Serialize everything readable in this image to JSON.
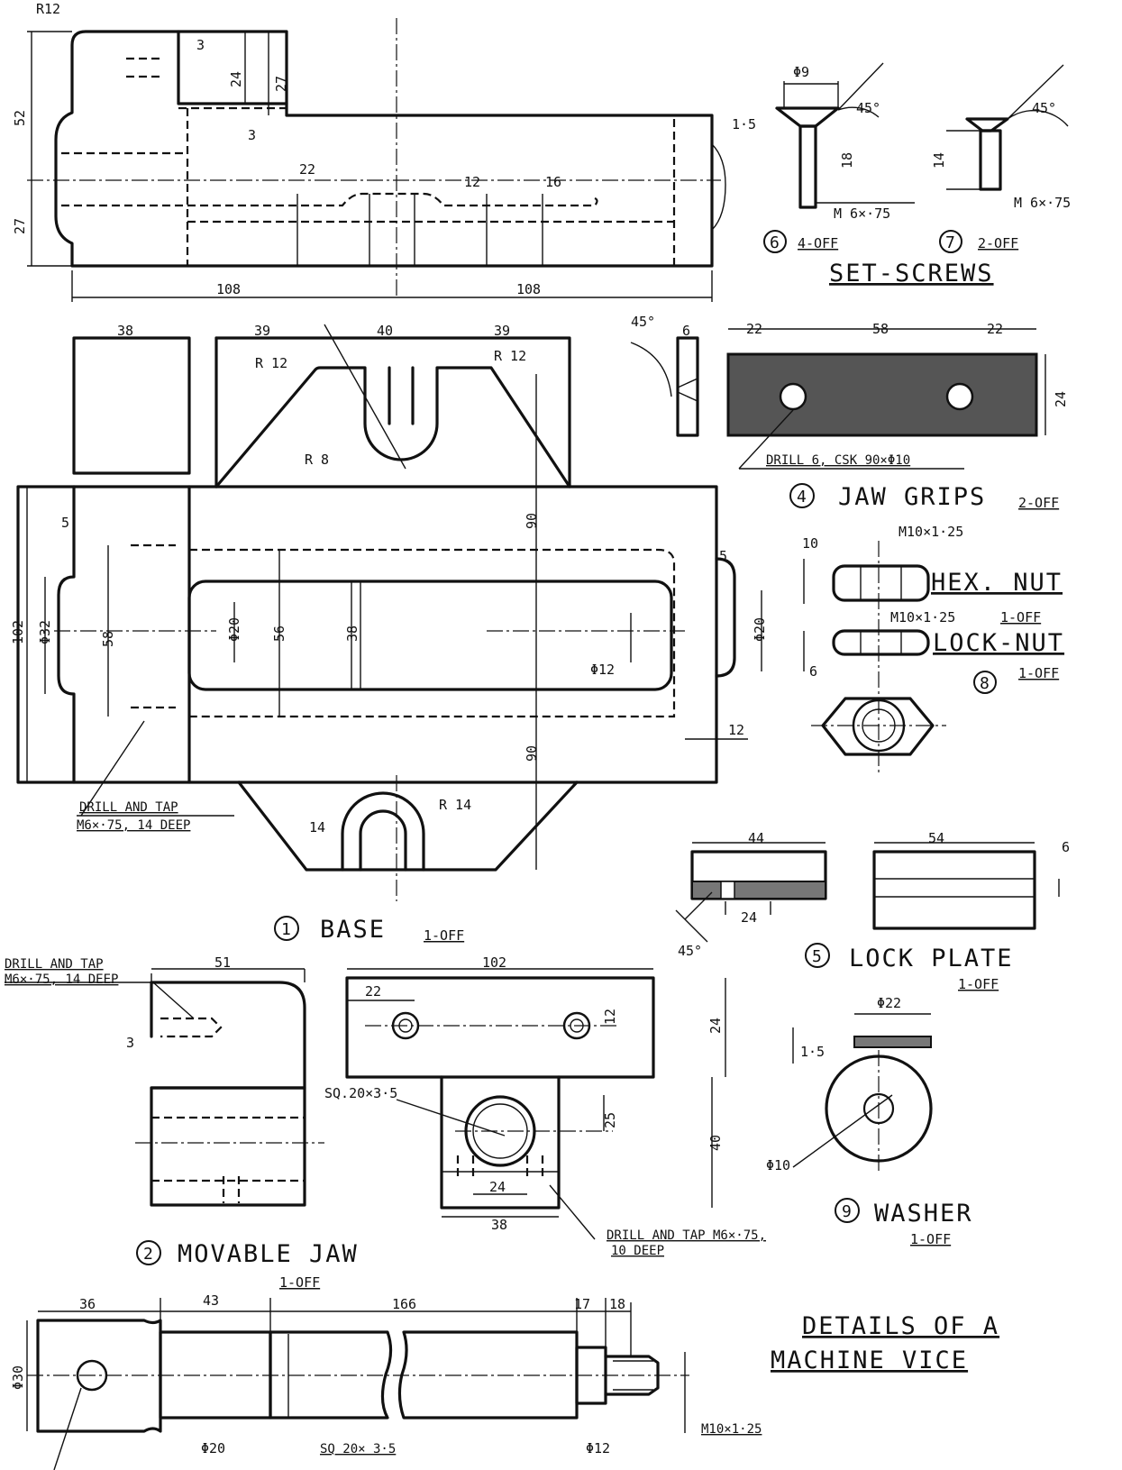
{
  "parts": {
    "base": {
      "number": "1",
      "title": "BASE",
      "qty": "1-OFF"
    },
    "movable_jaw": {
      "number": "2",
      "title": "MOVABLE  JAW",
      "qty": "1-OFF"
    },
    "jaw_grips": {
      "number": "4",
      "title": "JAW  GRIPS",
      "qty": "2-OFF"
    },
    "lock_plate": {
      "number": "5",
      "title": "LOCK  PLATE",
      "qty": "1-OFF"
    },
    "set_screw_6": {
      "number": "6",
      "qty": "4-OFF"
    },
    "set_screw_7": {
      "number": "7",
      "qty": "2-OFF"
    },
    "set_screws_title": "SET-SCREWS",
    "hex_nut": {
      "title": "HEX.  NUT",
      "qty": "1-OFF"
    },
    "lock_nut": {
      "title": "LOCK-NUT",
      "qty": "1-OFF"
    },
    "nuts_number": "8",
    "washer": {
      "number": "9",
      "title": "WASHER",
      "qty": "1-OFF"
    }
  },
  "drawing_title": {
    "line1": "DETAILS OF A",
    "line2": "MACHINE  VICE"
  },
  "notes": {
    "base_drill": "DRILL AND TAP",
    "base_drill_spec": "M6×·75, 14 DEEP",
    "jaw_drill": "DRILL AND TAP",
    "jaw_drill_spec": "M6×·75, 14 DEEP",
    "jaw_drill2": "DRILL AND TAP M6×·75,",
    "jaw_drill2_deep": "10 DEEP",
    "grip_drill": "DRILL 6, CSK 90×Φ10",
    "sq_thread": "SQ.20×3·5",
    "screw_thread": "M 6×·75",
    "nut_thread": "M10×1·25",
    "spindle_sq": "SQ 20× 3·5",
    "spindle_thread": "M10×1·25"
  },
  "dims": {
    "r12": "R12",
    "r12b": "R 12",
    "r8": "R 8",
    "r14": "R 14",
    "d3": "3",
    "d24": "24",
    "d27": "27",
    "d52": "52",
    "d22": "22",
    "d12": "12",
    "d16": "16",
    "d108": "108",
    "d38": "38",
    "d39": "39",
    "d40": "40",
    "d90": "90",
    "d5": "5",
    "d102": "102",
    "d32": "Φ32",
    "d58": "58",
    "d20": "Φ20",
    "d56": "56",
    "d12p": "Φ12",
    "d14": "14",
    "d9": "Φ9",
    "d15": "1·5",
    "d45": "45°",
    "d18": "18",
    "d6": "6",
    "d10": "10",
    "d44": "44",
    "d54": "54",
    "d51": "51",
    "d25": "25",
    "dp22": "Φ22",
    "dp10": "Φ10",
    "d36": "36",
    "d43": "43",
    "d166": "166",
    "d17": "17",
    "d30": "Φ30"
  }
}
